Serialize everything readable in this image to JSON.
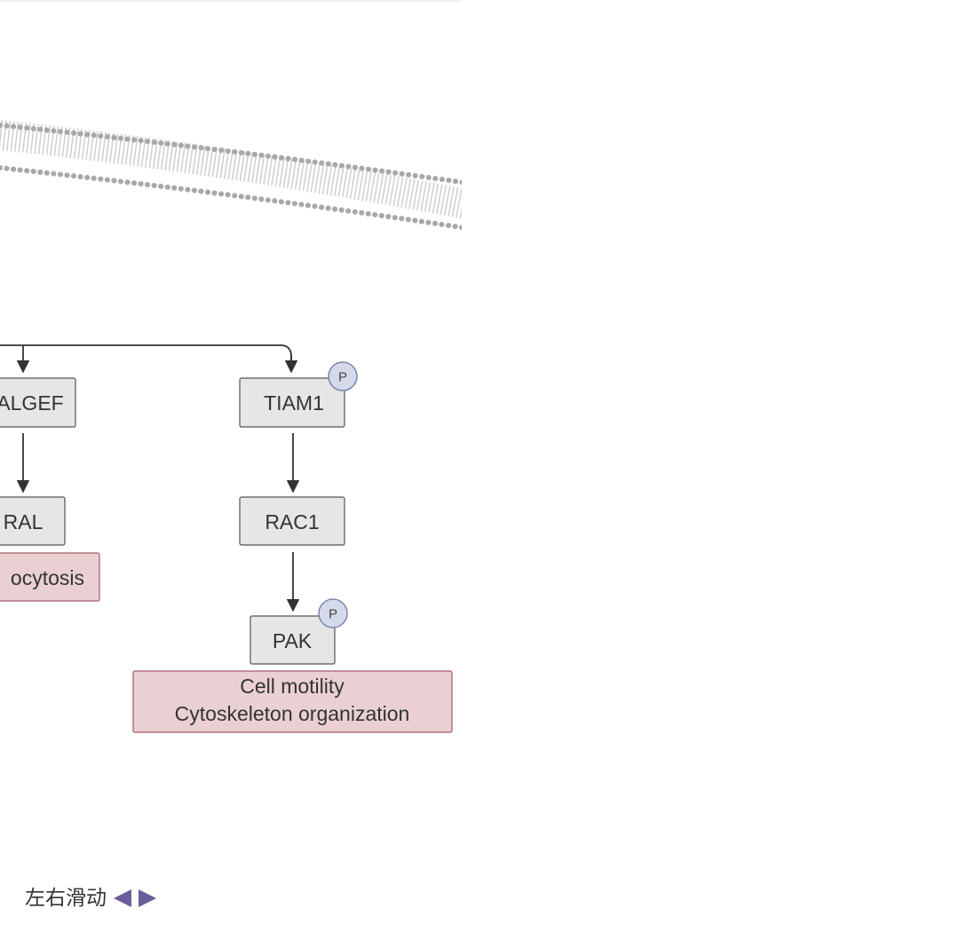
{
  "diagram": {
    "nodes": [
      {
        "id": "ralgef",
        "label": "ALGEF",
        "phosphorylated": false
      },
      {
        "id": "tiam1",
        "label": "TIAM1",
        "phosphorylated": true
      },
      {
        "id": "ral",
        "label": "RAL",
        "phosphorylated": false
      },
      {
        "id": "rac1",
        "label": "RAC1",
        "phosphorylated": false
      },
      {
        "id": "pak",
        "label": "PAK",
        "phosphorylated": true
      }
    ],
    "phosphate_label": "P",
    "outcomes": [
      {
        "id": "endocytosis",
        "lines": [
          "ocytosis"
        ]
      },
      {
        "id": "motility",
        "lines": [
          "Cell motility",
          "Cytoskeleton organization"
        ]
      }
    ],
    "colors": {
      "node_fill": "#e6e6e6",
      "outcome_fill": "#ead0d3",
      "phosphate_fill": "#d5daea",
      "membrane": "#a8a8a8"
    }
  },
  "swipe_hint": {
    "label": "左右滑动",
    "left_icon": "triangle-left-icon",
    "right_icon": "triangle-right-icon",
    "icon_color": "#6b5c9c"
  }
}
